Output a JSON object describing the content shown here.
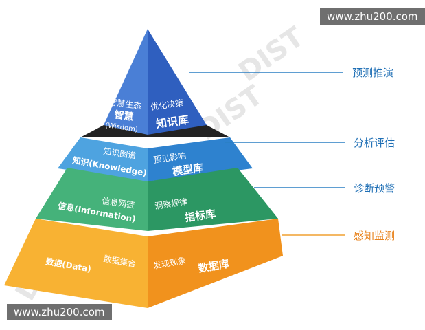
{
  "watermarks": {
    "top": "www.zhu200.com",
    "bottom": "www.zhu200.com"
  },
  "faded_marks": [
    "DIST",
    "DIST",
    "DIST"
  ],
  "colors": {
    "wisdom_left": "#4a7fd6",
    "wisdom_right": "#2f5fbf",
    "knowledge_left": "#4ea3e0",
    "knowledge_right": "#2e82cf",
    "information_left": "#45b27a",
    "information_right": "#2c9763",
    "data_left": "#f8b233",
    "data_right": "#f1921d",
    "gap": "#222222",
    "line": "#2a7fc4",
    "line_bottom": "#f0a030",
    "label_blue": "#1f6fb5",
    "label_orange": "#e8831d"
  },
  "layers": {
    "wisdom": {
      "left_top": "智慧生态",
      "left_main": "智慧",
      "left_sub": "(Wisdom)",
      "right_top": "优化决策",
      "right_main": "知识库"
    },
    "knowledge": {
      "left_top": "知识图谱",
      "left_main": "知识(Knowledge)",
      "right_top": "预见影响",
      "right_main": "模型库"
    },
    "information": {
      "left_top": "信息网链",
      "left_main": "信息(Information)",
      "right_top": "洞察规律",
      "right_main": "指标库"
    },
    "data": {
      "left_main": "数据(Data)",
      "left_top": "数据集合",
      "right_top": "发现现象",
      "right_main": "数据库"
    }
  },
  "side_labels": [
    "预测推演",
    "分析评估",
    "诊断预警",
    "感知监测"
  ]
}
